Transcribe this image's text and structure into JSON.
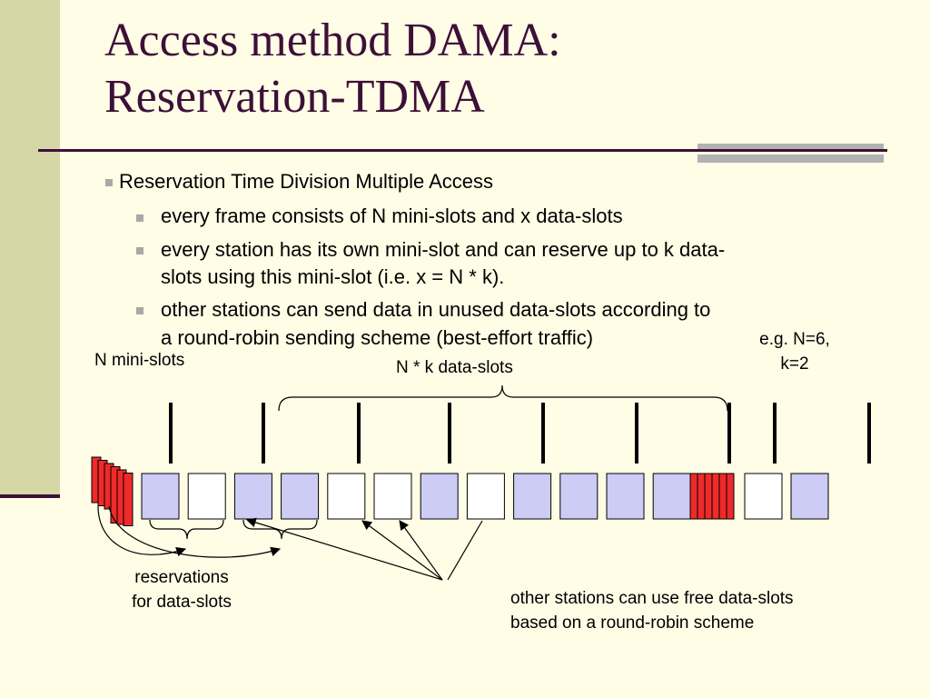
{
  "slide": {
    "title_line1": "Access method DAMA:",
    "title_line2": "Reservation-TDMA"
  },
  "bullets": {
    "main": "Reservation Time Division Multiple Access",
    "sub1": "every frame consists of N mini-slots and x data-slots",
    "sub2_line1": "every station has its own mini-slot and can reserve up to k data-",
    "sub2_line2": "slots using this mini-slot (i.e. x = N * k).",
    "sub3_line1": "other stations can send data in unused data-slots according to",
    "sub3_line2": "a round-robin sending scheme (best-effort traffic)"
  },
  "diagram": {
    "label_mini_slots": "N mini-slots",
    "label_data_slots": "N * k data-slots",
    "label_example_line1": "e.g. N=6,",
    "label_example_line2": "k=2",
    "label_reservations_line1": "reservations",
    "label_reservations_line2": "for data-slots",
    "label_free_line1": "other stations can use free data-slots",
    "label_free_line2": "based on a round-robin scheme",
    "colors": {
      "reserved_slot": "#ccccf4",
      "free_slot": "#ffffff",
      "mini_slot": "#ee2a2a"
    }
  }
}
